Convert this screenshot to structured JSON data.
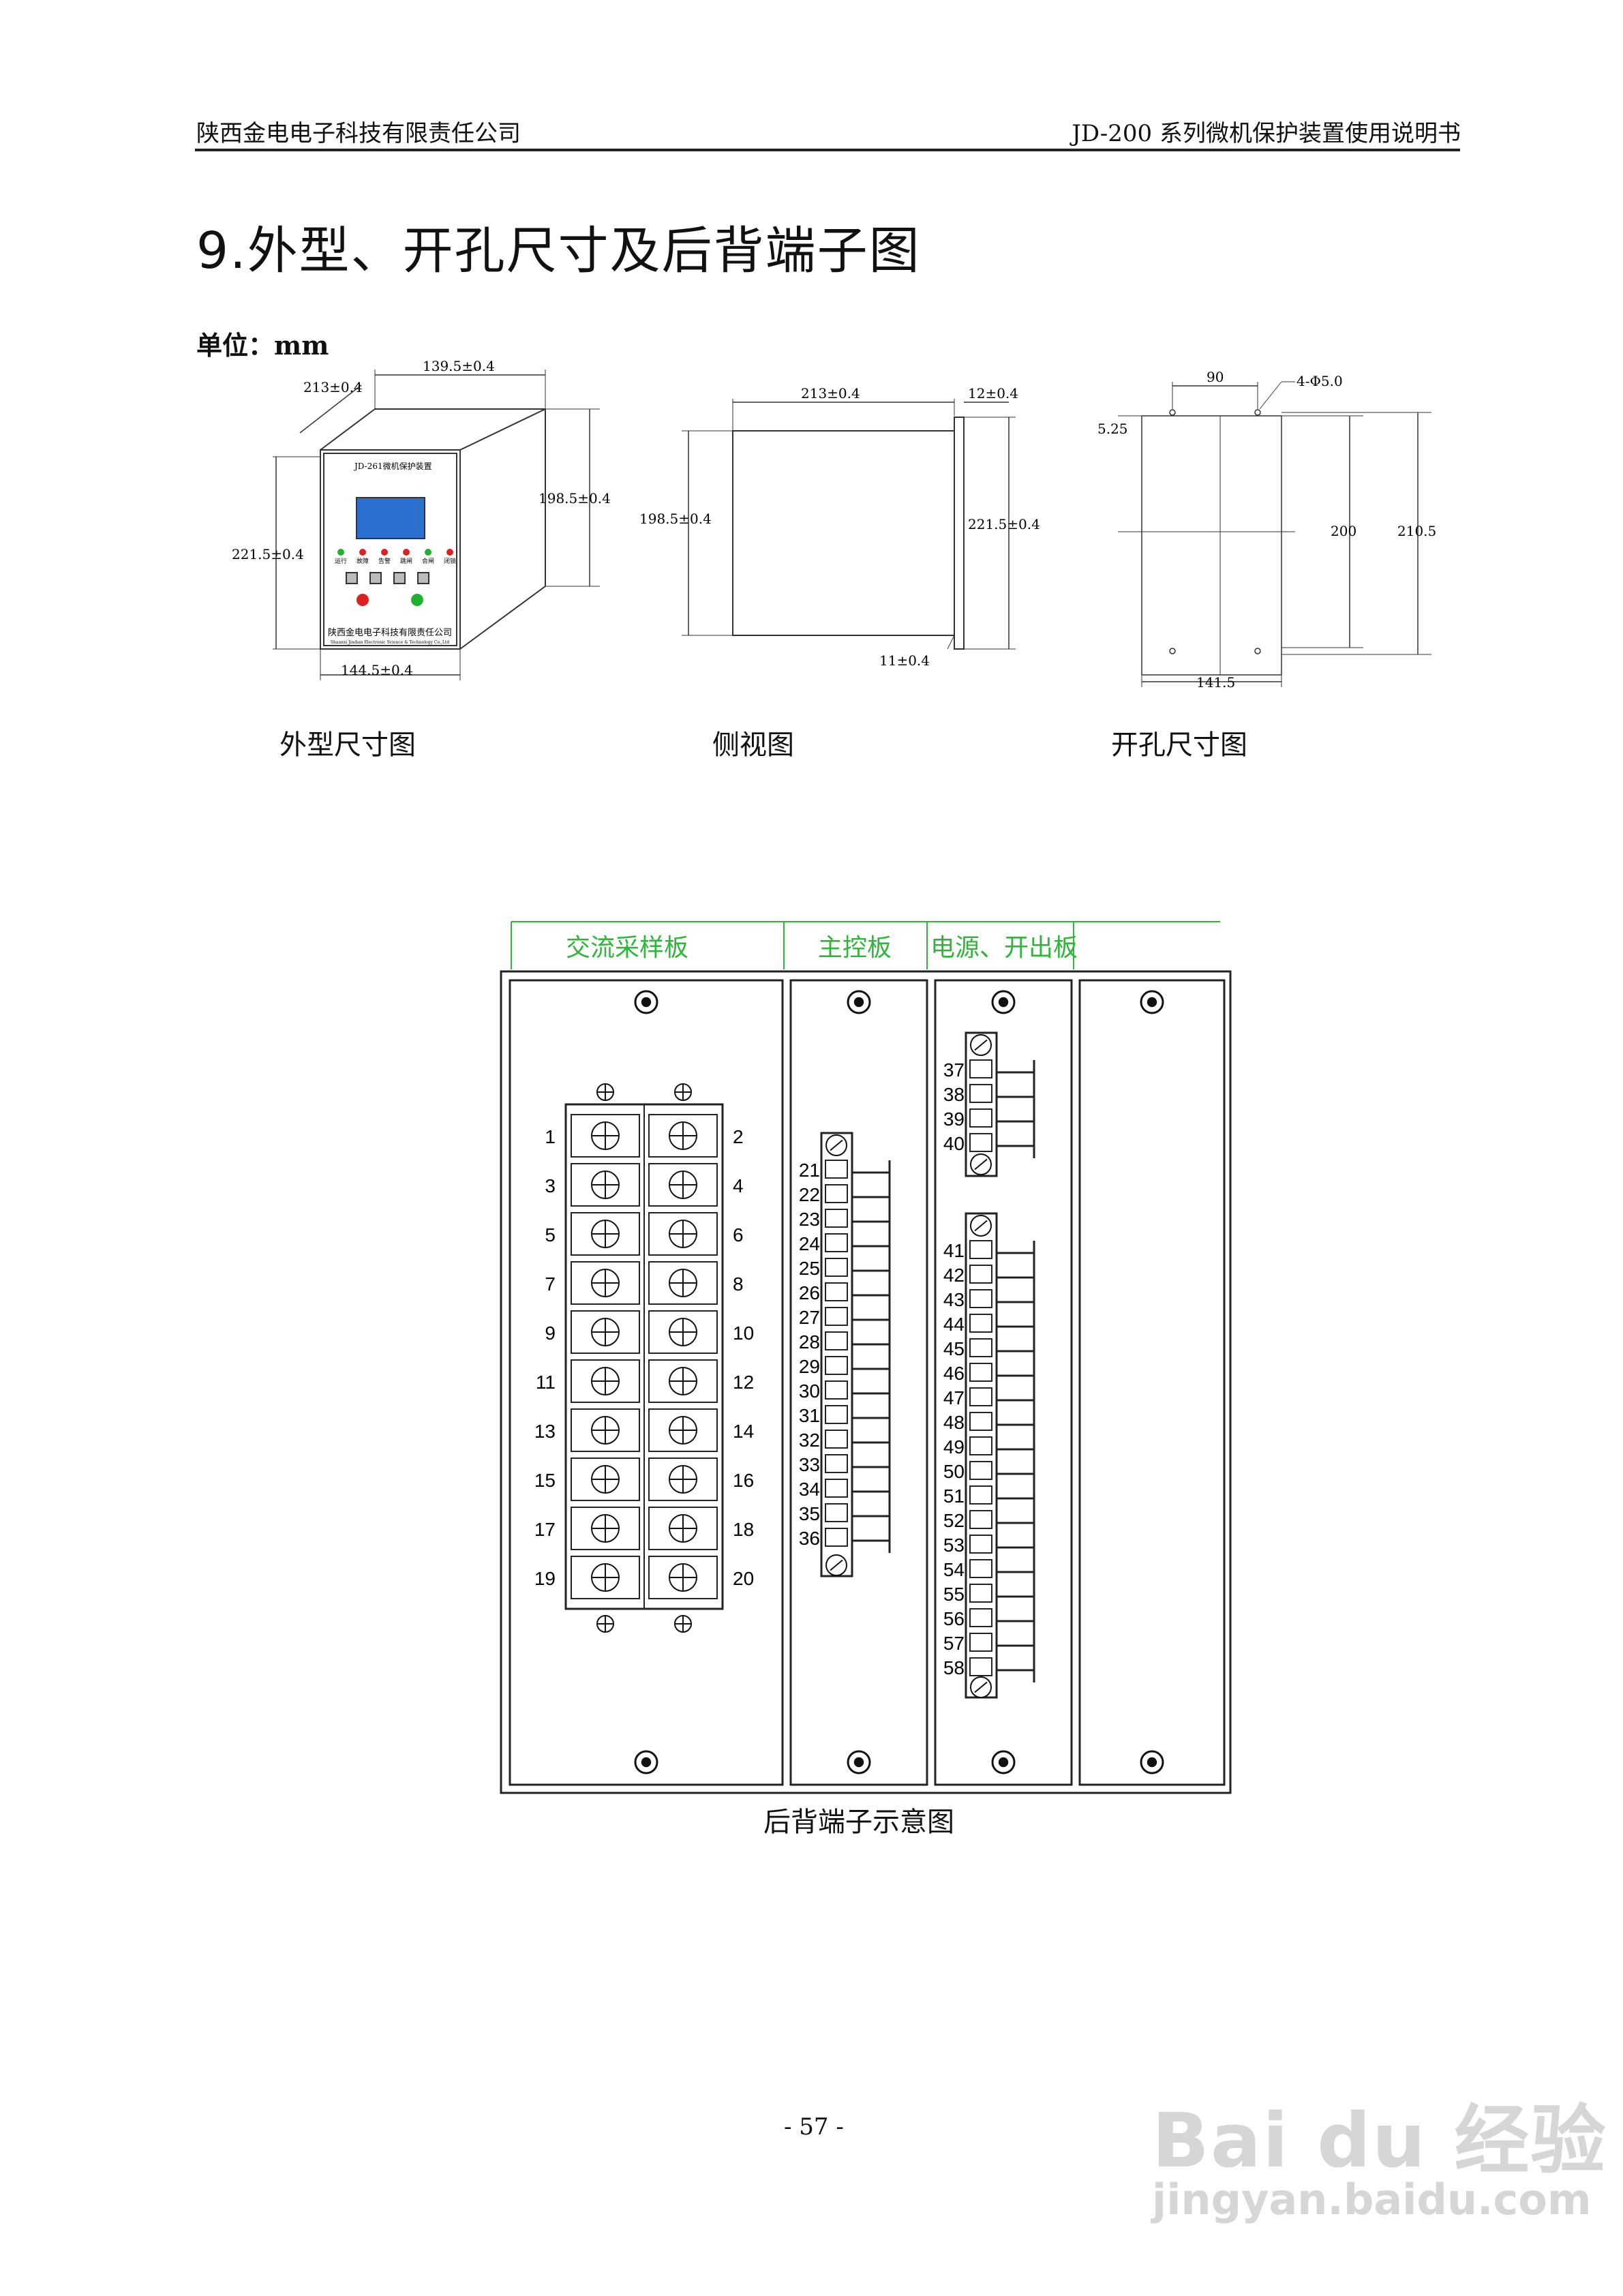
{
  "header": {
    "left": "陕西金电电子科技有限责任公司",
    "right": "JD-200 系列微机保护装置使用说明书"
  },
  "title": "9.外型、开孔尺寸及后背端子图",
  "unit": "单位：mm",
  "front_view": {
    "dims": [
      "213±0.4",
      "139.5±0.4",
      "198.5±0.4",
      "221.5±0.4",
      "144.5±0.4"
    ],
    "device_label": "JD-261微机保护装置",
    "led_labels": [
      "运行",
      "故障",
      "告警",
      "跳闸",
      "合闸",
      "闭锁"
    ],
    "company_label": "陕西金电电子科技有限责任公司",
    "company_sub": "Shaanxi Jindian Electronic Science & Technology Co.,Ltd"
  },
  "side_view": {
    "dims": [
      "213±0.4",
      "12±0.4",
      "198.5±0.4",
      "221.5±0.4",
      "11±0.4"
    ]
  },
  "cutout_view": {
    "dims": [
      "90",
      "4-Φ5.0",
      "5.25",
      "200",
      "210.5",
      "141.5"
    ]
  },
  "captions": {
    "front": "外型尺寸图",
    "side": "侧视图",
    "cutout": "开孔尺寸图",
    "rear": "后背端子示意图"
  },
  "rear_panel": {
    "board_labels": [
      "交流采样板",
      "主控板",
      "电源、开出板"
    ],
    "ac_terminals_left": [
      "1",
      "3",
      "5",
      "7",
      "9",
      "11",
      "13",
      "15",
      "17",
      "19"
    ],
    "ac_terminals_right": [
      "2",
      "4",
      "6",
      "8",
      "10",
      "12",
      "14",
      "16",
      "18",
      "20"
    ],
    "main_terminals": [
      "21",
      "22",
      "23",
      "24",
      "25",
      "26",
      "27",
      "28",
      "29",
      "30",
      "31",
      "32",
      "33",
      "34",
      "35",
      "36"
    ],
    "power_terminals_top": [
      "37",
      "38",
      "39",
      "40"
    ],
    "power_terminals_bottom": [
      "41",
      "42",
      "43",
      "44",
      "45",
      "46",
      "47",
      "48",
      "49",
      "50",
      "51",
      "52",
      "53",
      "54",
      "55",
      "56",
      "57",
      "58"
    ]
  },
  "page_number": "- 57 -",
  "watermark": {
    "brand": "Bai du 经验",
    "url": "jingyan.baidu.com"
  },
  "colors": {
    "board_label": "#2fb53a",
    "led_red": "#e02020",
    "led_green": "#22b030",
    "screen": "#2b6fd1"
  }
}
